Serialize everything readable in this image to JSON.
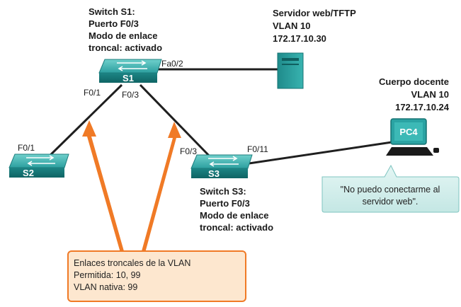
{
  "switch_s1": {
    "icon_label": "S1",
    "info": [
      "Switch S1:",
      "Puerto F0/3",
      "Modo de enlace",
      "troncal: activado"
    ],
    "ports": {
      "to_s2": "F0/1",
      "to_s3": "F0/3",
      "to_server": "Fa0/2"
    }
  },
  "switch_s2": {
    "icon_label": "S2",
    "ports": {
      "to_s1": "F0/1"
    }
  },
  "switch_s3": {
    "icon_label": "S3",
    "info": [
      "Switch S3:",
      "Puerto F0/3",
      "Modo de enlace",
      "troncal: activado"
    ],
    "ports": {
      "to_s1": "F0/3",
      "to_pc4": "F0/11"
    }
  },
  "server": {
    "info": [
      "Servidor web/TFTP",
      "VLAN 10",
      "172.17.10.30"
    ]
  },
  "pc4": {
    "icon_label": "PC4",
    "info": [
      "Cuerpo docente",
      "VLAN 10",
      "172.17.10.24"
    ]
  },
  "speech_bubble": {
    "lines": [
      "\"No puedo conectarme al",
      "servidor web\"."
    ]
  },
  "trunk_callout": {
    "lines": [
      "Enlaces troncales de la VLAN",
      "Permitida: 10, 99",
      "VLAN nativa: 99"
    ]
  },
  "colors": {
    "device_teal": "#2aa3a3",
    "link": "#1f1f1f",
    "arrow": "#f07a26",
    "callout_fill": "#fde7cf",
    "bubble_fill": "#d7f0ee"
  }
}
